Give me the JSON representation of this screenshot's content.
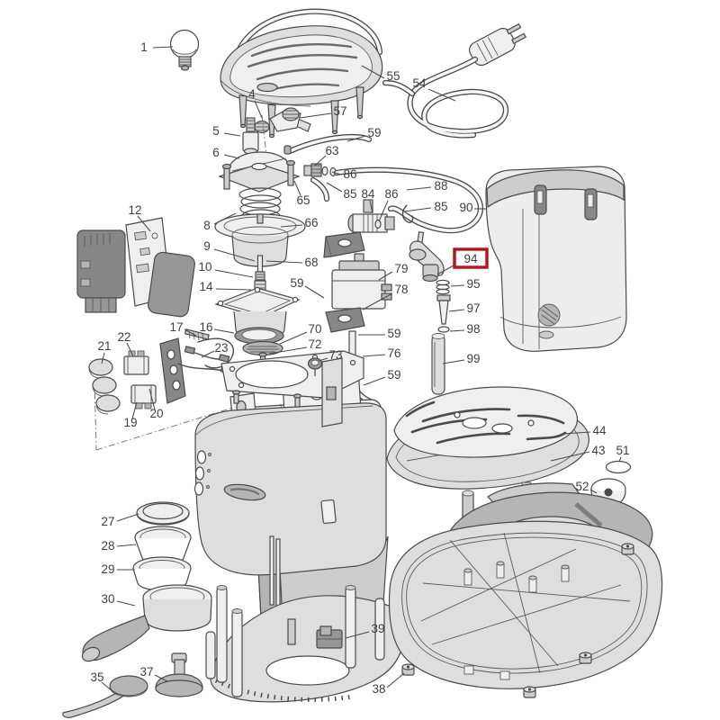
{
  "diagram": {
    "kind": "exploded-parts-diagram",
    "background": "#ffffff",
    "line_color": "#4a4a4a",
    "label_color": "#3f3f3f",
    "highlight": {
      "label": "94",
      "box_color": "#b5121b"
    },
    "labels": [
      {
        "num": "1"
      },
      {
        "num": "55"
      },
      {
        "num": "54"
      },
      {
        "num": "4"
      },
      {
        "num": "57"
      },
      {
        "num": "5"
      },
      {
        "num": "59"
      },
      {
        "num": "6"
      },
      {
        "num": "63"
      },
      {
        "num": "86"
      },
      {
        "num": "65"
      },
      {
        "num": "85"
      },
      {
        "num": "84"
      },
      {
        "num": "86"
      },
      {
        "num": "88"
      },
      {
        "num": "85"
      },
      {
        "num": "90"
      },
      {
        "num": "12"
      },
      {
        "num": "8"
      },
      {
        "num": "66"
      },
      {
        "num": "9"
      },
      {
        "num": "68"
      },
      {
        "num": "10"
      },
      {
        "num": "14"
      },
      {
        "num": "59"
      },
      {
        "num": "79"
      },
      {
        "num": "94"
      },
      {
        "num": "95"
      },
      {
        "num": "97"
      },
      {
        "num": "98"
      },
      {
        "num": "99"
      },
      {
        "num": "78"
      },
      {
        "num": "59"
      },
      {
        "num": "76"
      },
      {
        "num": "59"
      },
      {
        "num": "17"
      },
      {
        "num": "16"
      },
      {
        "num": "70"
      },
      {
        "num": "72"
      },
      {
        "num": "21"
      },
      {
        "num": "22"
      },
      {
        "num": "23"
      },
      {
        "num": "73"
      },
      {
        "num": "19"
      },
      {
        "num": "20"
      },
      {
        "num": "44"
      },
      {
        "num": "43"
      },
      {
        "num": "51"
      },
      {
        "num": "52"
      },
      {
        "num": "27"
      },
      {
        "num": "28"
      },
      {
        "num": "29"
      },
      {
        "num": "30"
      },
      {
        "num": "39"
      },
      {
        "num": "35"
      },
      {
        "num": "37"
      },
      {
        "num": "38"
      }
    ]
  }
}
